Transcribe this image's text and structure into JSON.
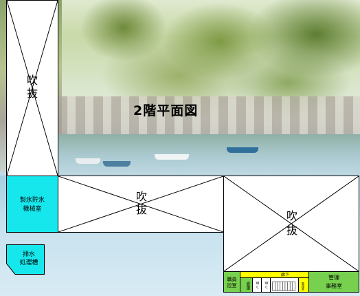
{
  "title": "2階平面図",
  "rooms": {
    "void_left": {
      "label_1": "吹",
      "label_2": "抜"
    },
    "ice_machine_room": {
      "label_1": "製氷貯氷",
      "label_2": "機械室"
    },
    "void_center": {
      "label_1": "吹",
      "label_2": "抜"
    },
    "void_right": {
      "label_1": "吹",
      "label_2": "抜"
    },
    "drainage_tank": {
      "label_1": "排水",
      "label_2": "処理槽"
    },
    "staff_lounge": {
      "label_1": "職員",
      "label_2": "控室"
    },
    "storage": {
      "label": "倉庫"
    },
    "wc_1": {
      "label": "WC"
    },
    "wc_2": {
      "label": "WC"
    },
    "corridor": {
      "label": "廊下"
    },
    "stair_label": {
      "label": "階段室"
    },
    "management_office": {
      "label_1": "管理",
      "label_2": "事務室"
    }
  },
  "colors": {
    "mechanical_room": "#16e7ec",
    "office_rooms": "#77d04e",
    "corridor": "#ffff00",
    "void": "#ffffff"
  }
}
